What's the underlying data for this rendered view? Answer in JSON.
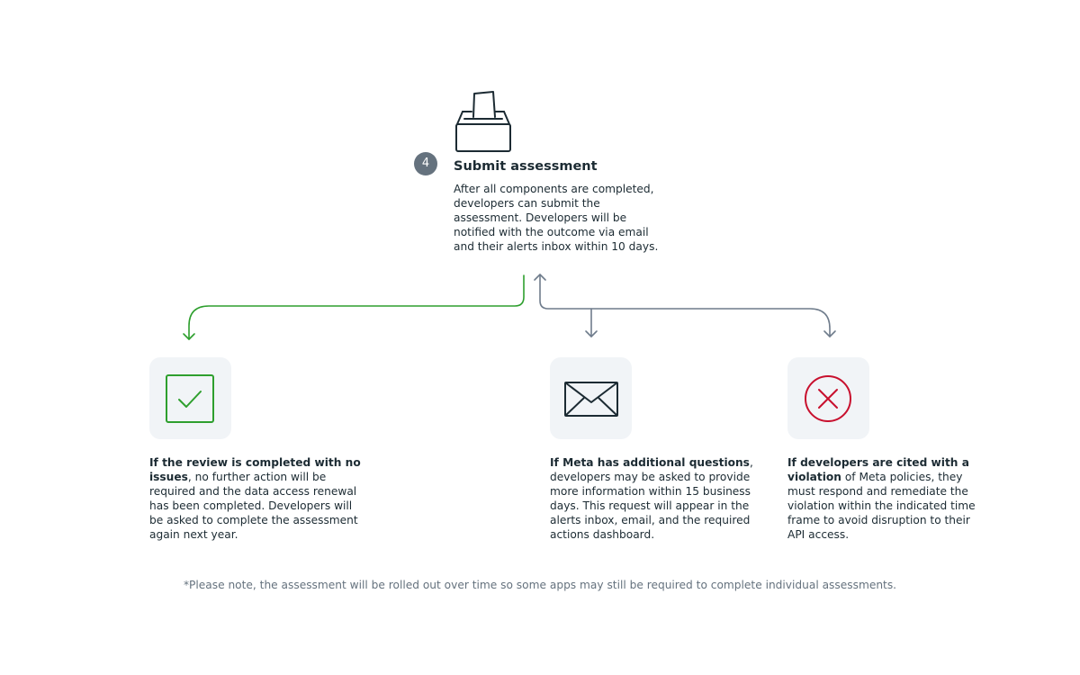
{
  "step": {
    "number": "4",
    "title": "Submit assessment",
    "description": "After all components are completed, developers can submit the assessment. Developers will be notified with the outcome via email and their alerts inbox within 10 days."
  },
  "outcomes": [
    {
      "bold": "If the review is completed with no issues",
      "rest": ", no further action will be required and the data access renewal has been completed. Developers will be asked to complete the assessment again next year."
    },
    {
      "bold": "If Meta has additional questions",
      "rest": ", developers may be asked to provide more information within 15 business days. This request will appear in the alerts inbox, email, and the required actions dashboard."
    },
    {
      "bold": "If developers are cited with a violation",
      "rest": " of Meta policies, they must respond and remediate the violation within the indicated time frame to avoid disruption to their API access."
    }
  ],
  "footnote": "*Please note, the assessment will be rolled out over time so some apps may still be required to complete individual assessments.",
  "icons": {
    "header": "ballot-box-icon",
    "outcome_1": "checkbox-check-icon",
    "outcome_2": "envelope-icon",
    "outcome_3": "circle-x-icon"
  },
  "colors": {
    "success": "#2e9f2e",
    "neutral_connector": "#6f7c8c",
    "error": "#c8102e",
    "text": "#1c2b33",
    "muted": "#65727e",
    "tile": "#f1f4f7"
  }
}
